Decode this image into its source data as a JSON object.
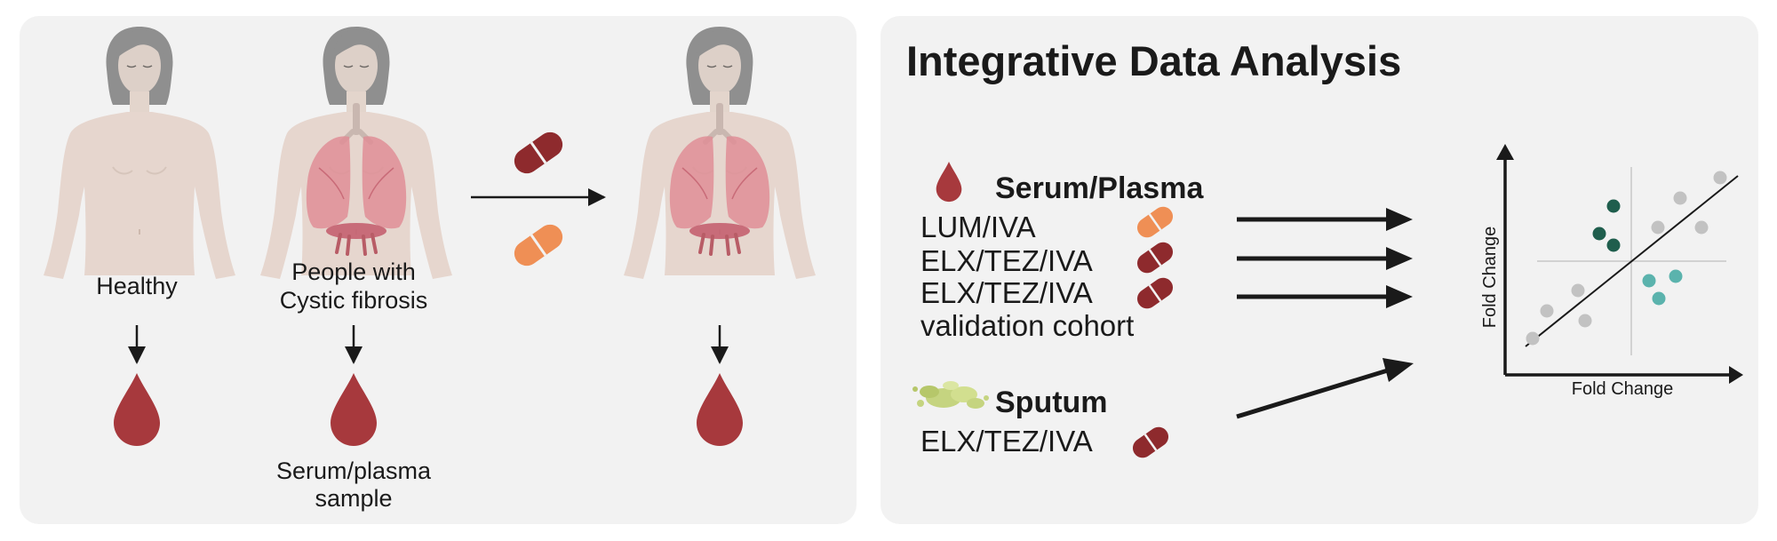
{
  "left": {
    "healthy_label": "Healthy",
    "cf_label_line1": "People with",
    "cf_label_line2": "Cystic fibrosis",
    "sample_label_line1": "Serum/plasma",
    "sample_label_line2": "sample"
  },
  "right": {
    "title": "Integrative Data Analysis",
    "serum_heading": "Serum/Plasma",
    "serum_items": [
      "LUM/IVA",
      "ELX/TEZ/IVA",
      "ELX/TEZ/IVA",
      "validation cohort"
    ],
    "sputum_heading": "Sputum",
    "sputum_item": "ELX/TEZ/IVA",
    "plot_x_label": "Fold Change",
    "plot_y_label": "Fold Change"
  },
  "colors": {
    "panel_bg": "#f2f2f2",
    "blood_red": "#a7393d",
    "pill_dark": "#8e2a2d",
    "pill_orange": "#ef8f55",
    "body_skin": "#e6d6ce",
    "lung_pink": "#df8e97",
    "dot_gray": "#c2c2c2",
    "dot_dark_green": "#1f5e4d",
    "dot_teal": "#5bb3ad"
  },
  "icons": [
    "human-body-icon",
    "lungs-icon",
    "blood-drop-icon",
    "pill-icon",
    "sputum-icon",
    "arrow-icon"
  ]
}
